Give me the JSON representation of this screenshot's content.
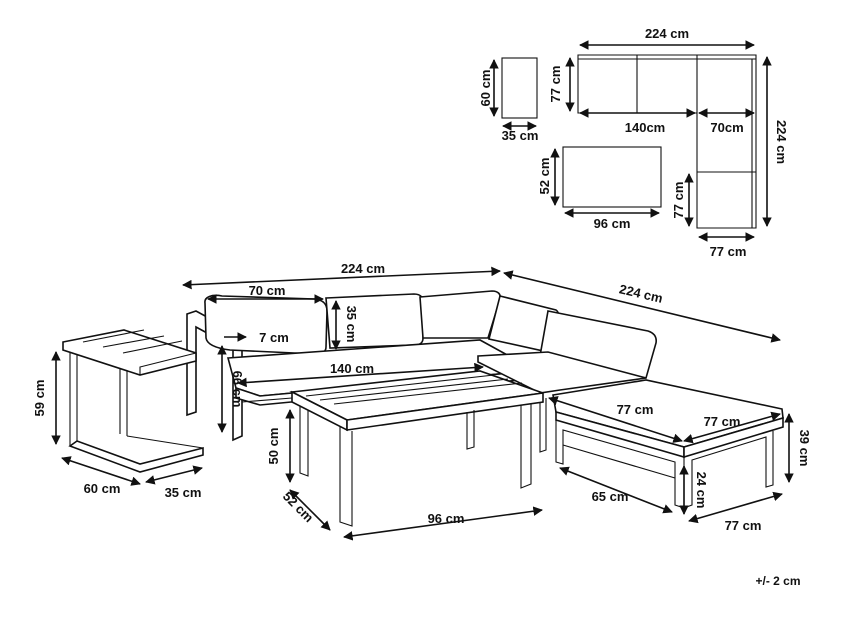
{
  "plan": {
    "side_table": {
      "height": "60 cm",
      "width": "35 cm"
    },
    "sofa_top": {
      "length": "224 cm",
      "depth": "77 cm",
      "seat": "140cm",
      "corner": "70cm",
      "side_length": "224 cm"
    },
    "coffee_table": {
      "depth": "52 cm",
      "width": "96 cm"
    },
    "chaise": {
      "depth": "77 cm",
      "width": "77 cm"
    }
  },
  "perspective": {
    "sofa_length": "224 cm",
    "sofa_side_length": "224 cm",
    "armrest_width": "70 cm",
    "backrest_height": "35 cm",
    "armrest_thickness": "7 cm",
    "seat_width": "140 cm",
    "sofa_height": "66 cm",
    "side_table_height": "59 cm",
    "side_table_width": "60 cm",
    "side_table_depth": "35 cm",
    "table_height": "50 cm",
    "table_depth": "52 cm",
    "table_width": "96 cm",
    "ottoman_depth_a": "77 cm",
    "ottoman_depth_b": "77 cm",
    "ottoman_height": "39 cm",
    "ottoman_leg": "24 cm",
    "ottoman_width": "77 cm",
    "ottoman_front": "65 cm"
  },
  "tolerance": "+/- 2 cm"
}
